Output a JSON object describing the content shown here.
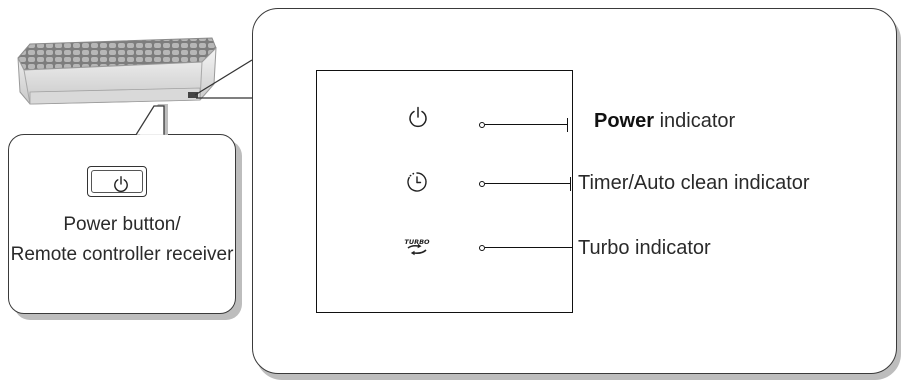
{
  "indicators": [
    {
      "bold": "Power",
      "rest": " indicator",
      "icon": "power-icon"
    },
    {
      "text": "Timer/Auto clean indicator",
      "icon": "timer-icon"
    },
    {
      "text": "Turbo indicator",
      "icon": "turbo-icon",
      "icon_text": "TURBO"
    }
  ],
  "callout": {
    "line1": "Power button/",
    "line2": "Remote controller receiver",
    "button_icon": "power-icon"
  },
  "unit_illustration": "air-conditioner-indoor-unit"
}
